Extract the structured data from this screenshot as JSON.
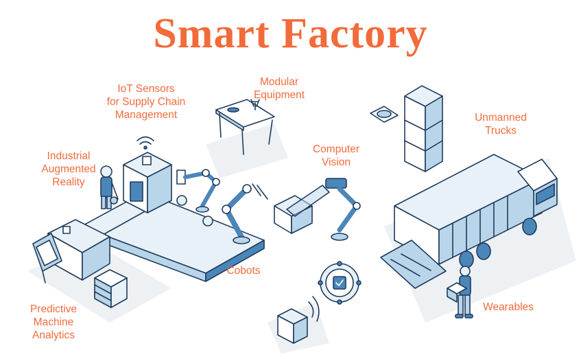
{
  "title": "Smart Factory",
  "colors": {
    "accent": "#f26b3a",
    "outline": "#1f3b5c",
    "fill_light": "#e8f1f8",
    "fill_mid": "#b9d5ea",
    "fill_blue": "#4b86b9",
    "shadow": "#edf1f4"
  },
  "labels": {
    "iot": [
      "IoT Sensors",
      "for Supply Chain",
      "Management"
    ],
    "modular": [
      "Modular",
      "Equipment"
    ],
    "unmanned": [
      "Unmanned",
      "Trucks"
    ],
    "industrial": [
      "Industrial",
      "Augmented",
      "Reality"
    ],
    "computer_vision": [
      "Computer",
      "Vision"
    ],
    "cobots": [
      "Cobots"
    ],
    "wearables": [
      "Wearables"
    ],
    "predictive": [
      "Predictive",
      "Machine",
      "Analytics"
    ]
  },
  "icons": [
    "wifi-icon",
    "target-icon",
    "gear-icon",
    "hand-box-icon"
  ]
}
